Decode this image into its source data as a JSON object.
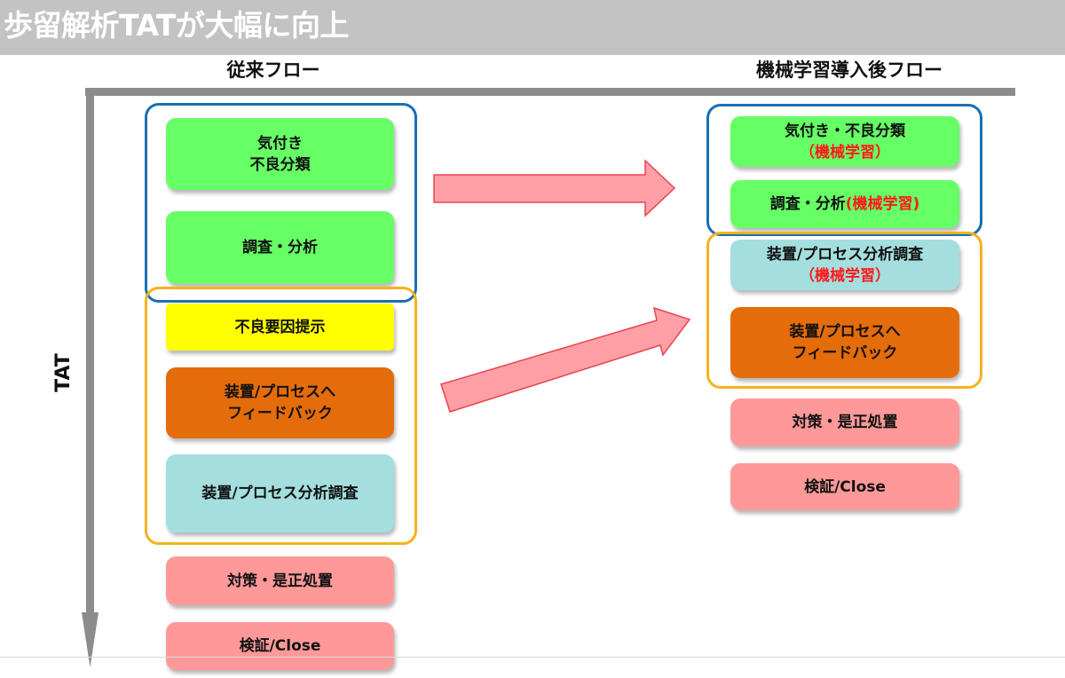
{
  "title": "歩留解析TATが大幅に向上",
  "headings": {
    "conventional": "従来フロー",
    "ml": "機械学習導入後フロー"
  },
  "axis_label": "TAT",
  "conventional_flow": {
    "awareness_line1": "気付き",
    "awareness_line2": "不良分類",
    "investigation": "調査・分析",
    "defect_cause": "不良要因提示",
    "feedback_line1": "装置/プロセスへ",
    "feedback_line2": "フィードバック",
    "equipment_analysis": "装置/プロセス分析調査",
    "countermeasure": "対策・是正処置",
    "verification": "検証/Close"
  },
  "ml_flow": {
    "awareness": "気付き・不良分類",
    "ml_tag": "（機械学習）",
    "investigation": "調査・分析",
    "ml_tag_inline": "(機械学習)",
    "equipment_analysis": "装置/プロセス分析調査",
    "ml_tag_2": "（機械学習）",
    "feedback_line1": "装置/プロセスへ",
    "feedback_line2": "フィードバック",
    "countermeasure": "対策・是正処置",
    "verification": "検証/Close"
  },
  "colors": {
    "green": "#66ff66",
    "yellow": "#ffff00",
    "orange": "#e46c0a",
    "teal": "#a5dedf",
    "pink": "#ff9999",
    "blue_group": "#1a6fb5",
    "gold_group": "#f6b21c",
    "arrow_fill": "#ff9fa6",
    "arrow_stroke": "#e8444f",
    "ml_tag": "#ff1a1a"
  }
}
